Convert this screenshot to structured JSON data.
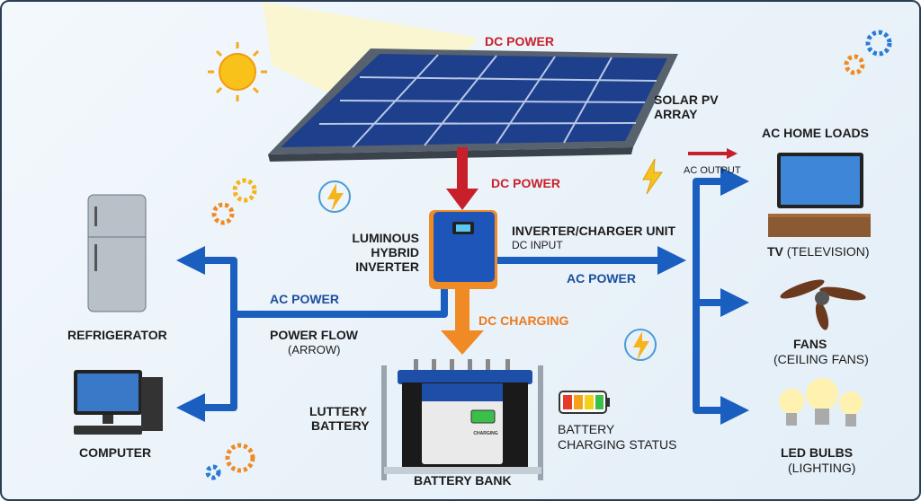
{
  "solar": {
    "dc_power_top": "DC POWER",
    "array_label_1": "SOLAR PV",
    "array_label_2": "ARRAY",
    "dc_power_mid": "DC POWER"
  },
  "inverter": {
    "label_1": "LUMINOUS",
    "label_2": "HYBRID",
    "label_3": "INVERTER",
    "unit_label": "INVERTER/CHARGER UNIT",
    "dc_input": "DC INPUT",
    "ac_power_right": "AC POWER",
    "ac_power_left": "AC POWER",
    "power_flow": "POWER FLOW",
    "power_flow_sub": "(ARROW)",
    "dc_charging": "DC CHARGING"
  },
  "loads": {
    "title": "AC HOME LOADS",
    "ac_output": "AC OUTPUT",
    "tv": "TV",
    "tv_sub": "(TELEVISION)",
    "fans": "FANS",
    "fans_sub": "(CEILING FANS)",
    "bulbs": "LED BULBS",
    "bulbs_sub": "(LIGHTING)"
  },
  "left_loads": {
    "refrigerator": "REFRIGERATOR",
    "computer": "COMPUTER"
  },
  "battery": {
    "label_1": "LUTTERY",
    "label_2": "BATTERY",
    "bank": "BATTERY BANK",
    "screen_text": "CHARGING",
    "status_1": "BATTERY",
    "status_2": "CHARGING STATUS"
  },
  "colors": {
    "dc": "#c8202a",
    "ac": "#1a5fc0",
    "charging": "#ee7a1a",
    "background": "#e8f1f8"
  }
}
